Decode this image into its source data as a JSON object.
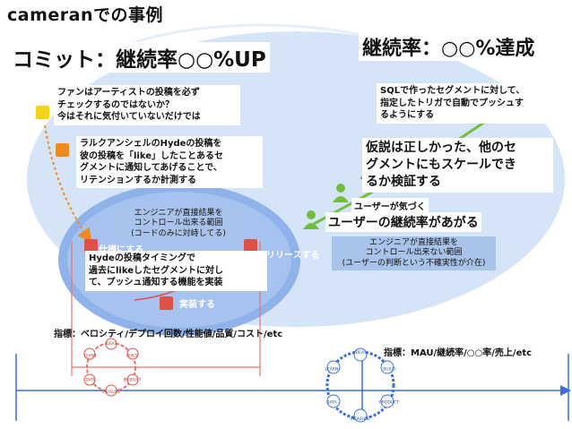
{
  "title": "cameranでの事例",
  "commit_label": "コミット：継続率○○%UP",
  "goal_label": "継続率：○○%達成",
  "hypothesis_1": [
    "ファンはアーティストの投稿を必ず",
    "チェックするのではないか？",
    "今はそれに気付いていないだけでは"
  ],
  "hypothesis_2": [
    "ラルクアンシェルのHydeの投稿を",
    "彼の投稿を「like」したことあるセ",
    "グメントに通知してあげることで、",
    "リテンションするか計測する"
  ],
  "implementation": [
    "Hydeの投稿タイミングで",
    "過去にlikeしたセグメントに対し",
    "て、プッシュ通知する機能を実装"
  ],
  "sql_note": [
    "SQLで作ったセグメントに対して、",
    "指定したトリガで自動でプッシュす",
    "るようにする"
  ],
  "validation": [
    "仮説は正しかった、他のセ",
    "グメントにもスケールでき",
    "るか検証する"
  ],
  "user_notices": "ユーザーが気づく",
  "retention_up": "ユーザーの継続率があがる",
  "eng_scope_direct": [
    "エンジニアが直接結果を",
    "コントロール出来る範囲",
    "(コードのみに対峙してる)"
  ],
  "eng_scope_indirect": [
    "エンジニアが直接結果を",
    "コントロール出来ない範囲",
    "(ユーザーの判断という不確実性が介在)"
  ],
  "faded_labels": {
    "spec": "仕様にする",
    "release": "リリースする",
    "implement": "実装する"
  },
  "metrics_left": "指標：ベロシティ/デプロイ回数/性能値/品質/コスト/etc",
  "metrics_right": "指標：MAU/継続率/○○率/売上/etc",
  "cycle_labels": [
    "IDEAS",
    "BUILD",
    "PRODUCT",
    "MEASURE",
    "DATA",
    "LEARN",
    "CODE"
  ],
  "colors": {
    "ellipse_large": "#d6e4f7",
    "ellipse_inner": "#8fb2ea",
    "yellow": "#f2d21a",
    "orange": "#ef8a1e",
    "red": "#e0504a",
    "green": "#6fbf3c",
    "arrow_blue": "#3a6fd8",
    "bracket_red": "#e8736a"
  }
}
